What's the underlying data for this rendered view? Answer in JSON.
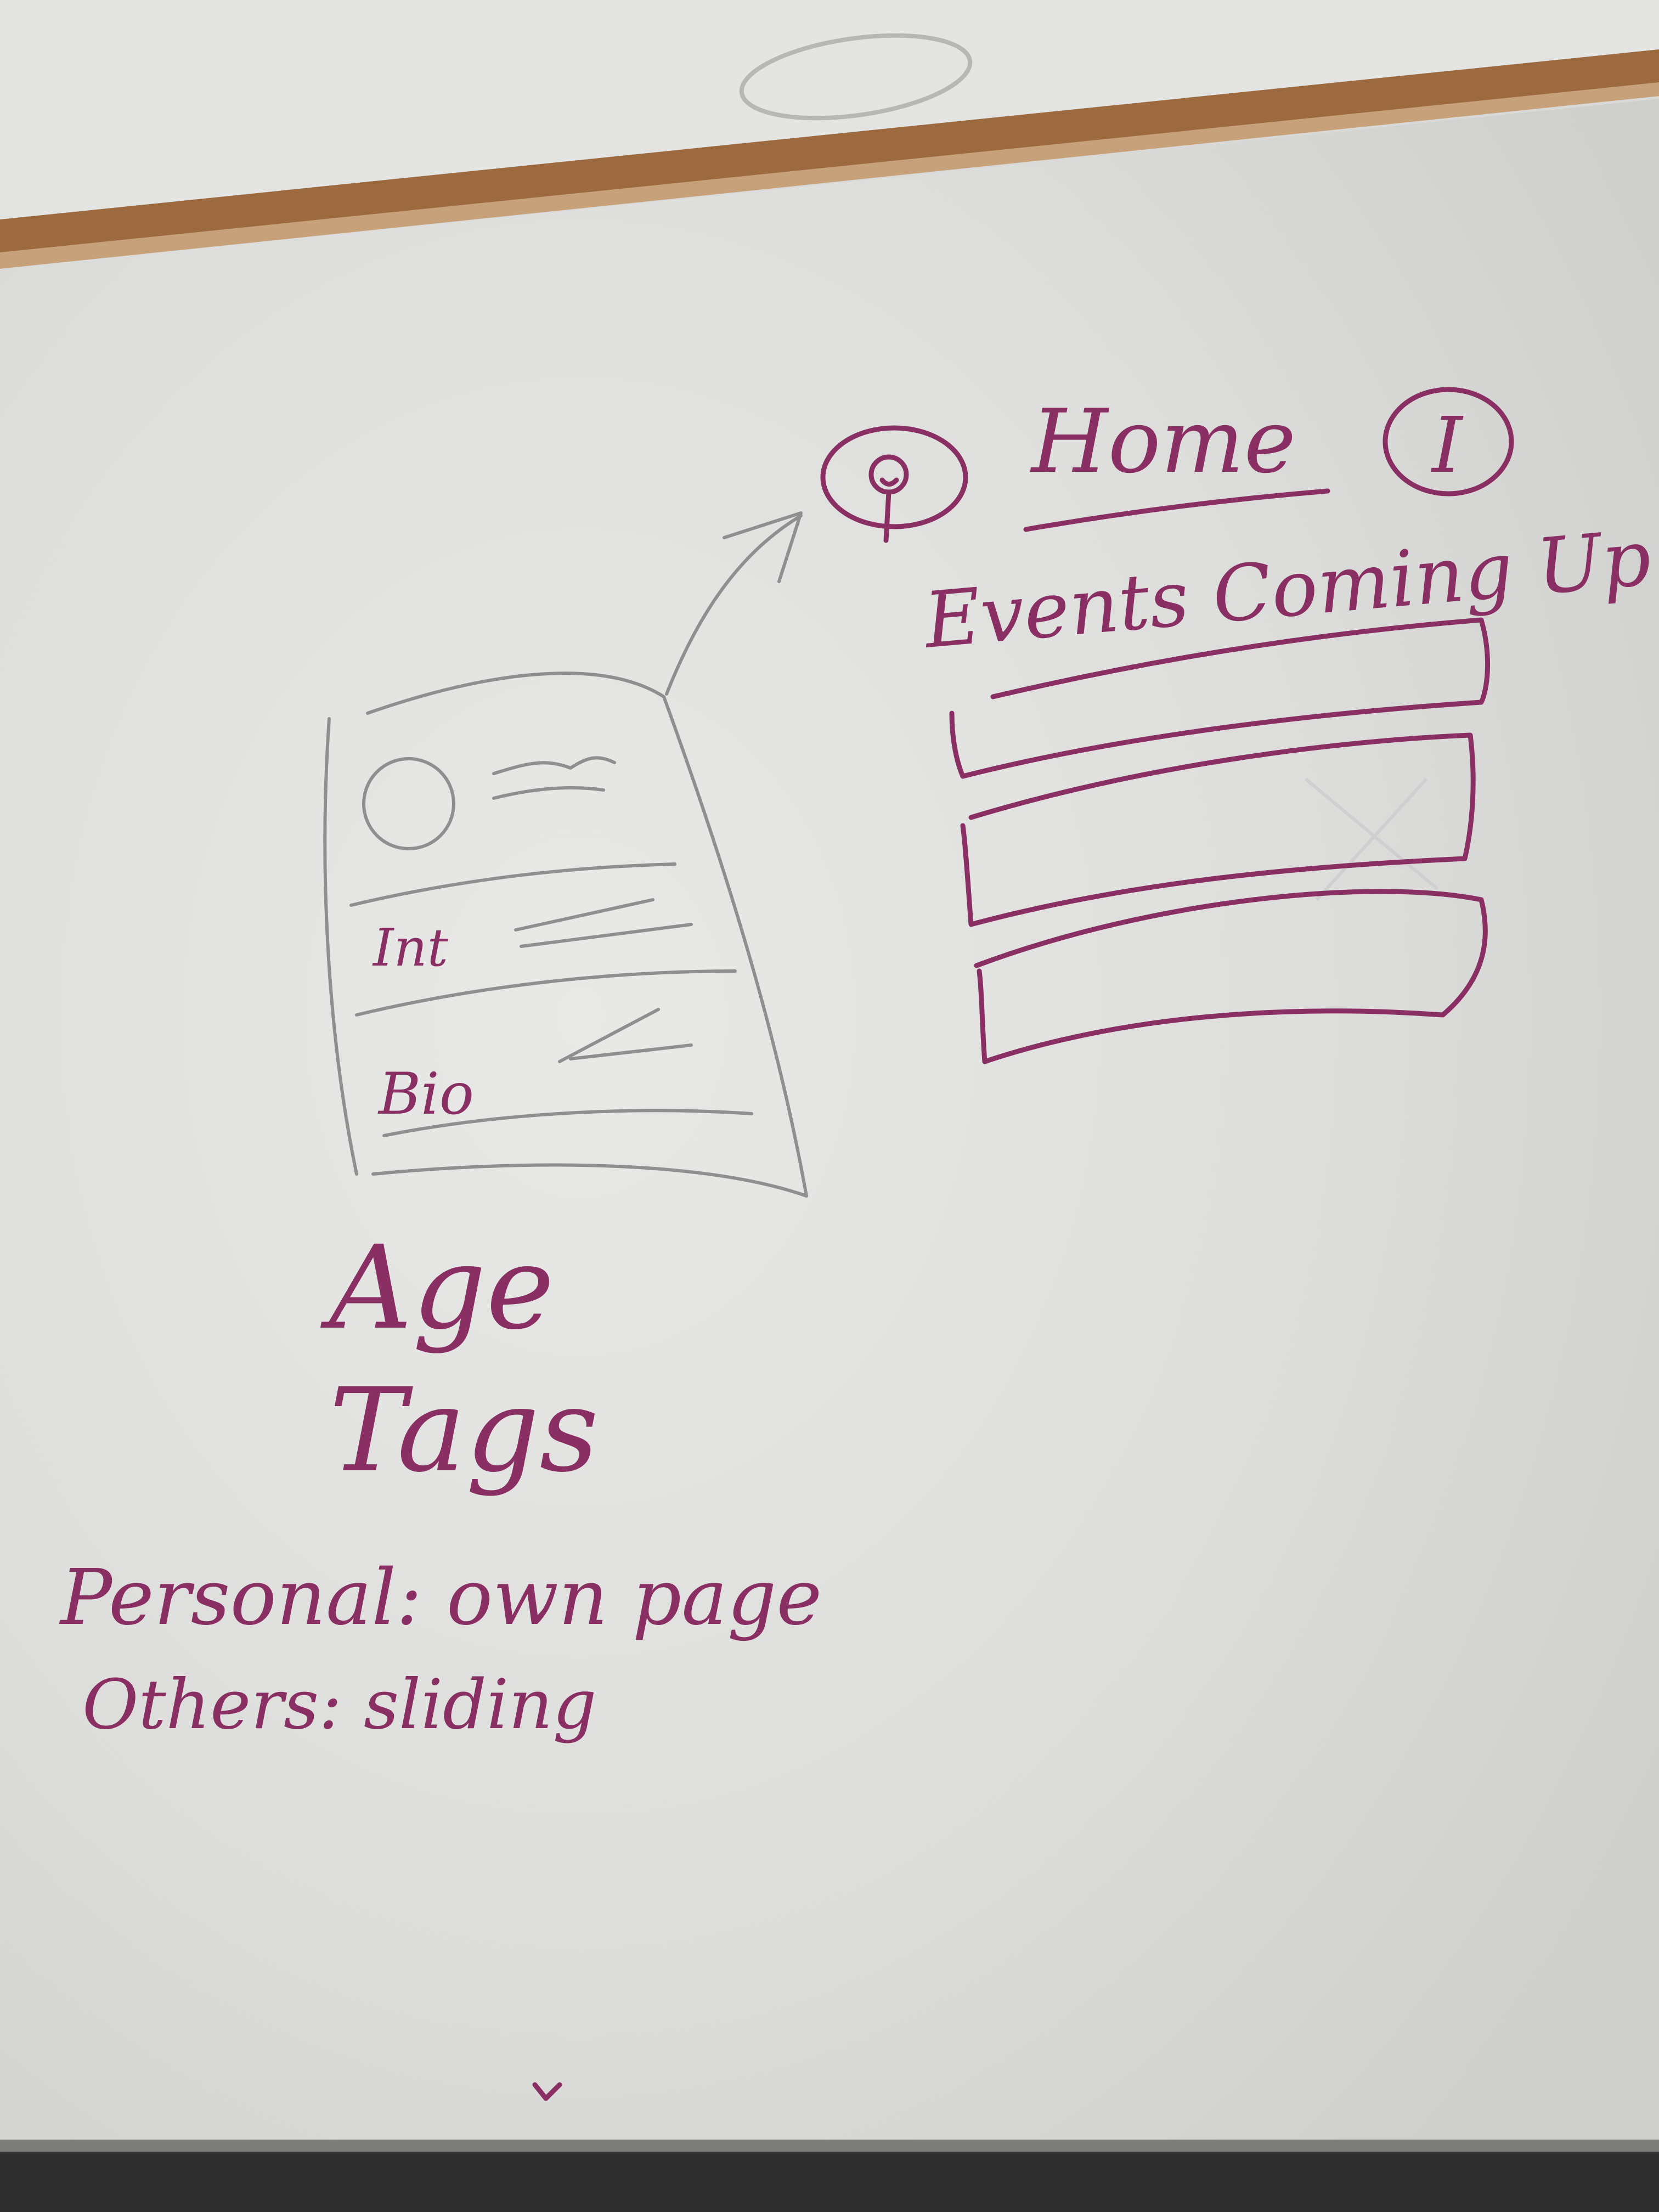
{
  "sketch": {
    "home_title": "Home",
    "info_symbol": "I",
    "events_heading": "Events Coming Up",
    "profile_interests_label": "Int",
    "profile_bio_label": "Bio",
    "age_label": "Age",
    "tags_label": "Tags",
    "note_personal": "Personal: own page",
    "note_others": "Others: sliding"
  },
  "colors": {
    "marker": "#8a2f63",
    "board": "#e6e6e4",
    "frame": "#9c6a3e"
  }
}
